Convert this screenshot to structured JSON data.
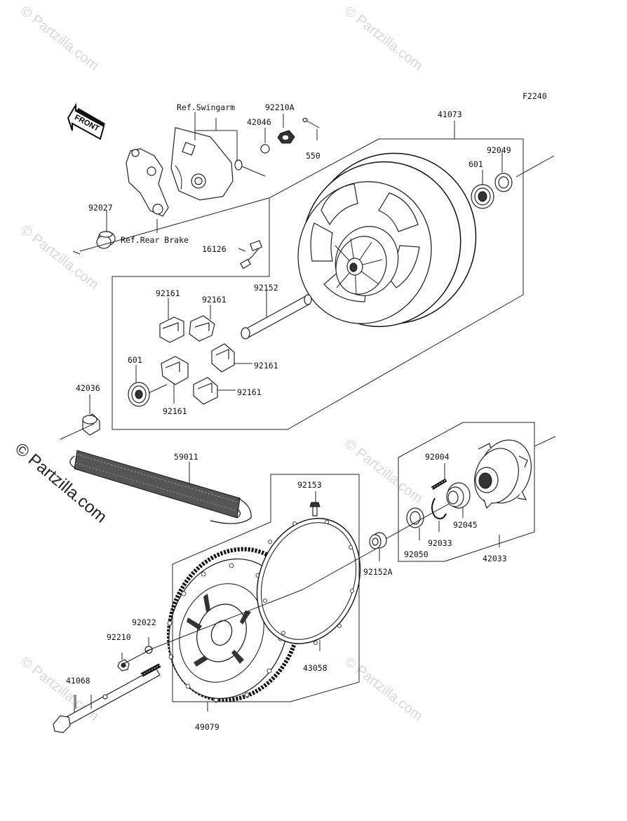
{
  "figure_code": "F2240",
  "front_arrow_label": "FRONT",
  "watermark_small": "© Partzilla.com",
  "watermark_big": "© Partzilla.com",
  "refs": {
    "swingarm": "Ref.Swingarm",
    "rear_brake": "Ref.Rear Brake"
  },
  "part_numbers": {
    "p41073": "41073",
    "p92210A": "92210A",
    "p42046": "42046",
    "p550": "550",
    "p92049": "92049",
    "p601_top": "601",
    "p92027": "92027",
    "p16126": "16126",
    "p92152": "92152",
    "p92161_a": "92161",
    "p92161_b": "92161",
    "p92161_c": "92161",
    "p92161_d": "92161",
    "p92161_e": "92161",
    "p601_mid": "601",
    "p42036": "42036",
    "p59011": "59011",
    "p92153": "92153",
    "p92004": "92004",
    "p92045": "92045",
    "p92033": "92033",
    "p92050": "92050",
    "p42033": "42033",
    "p92152A": "92152A",
    "p92022": "92022",
    "p92210": "92210",
    "p43058": "43058",
    "p41068": "41068",
    "p49079": "49079"
  }
}
